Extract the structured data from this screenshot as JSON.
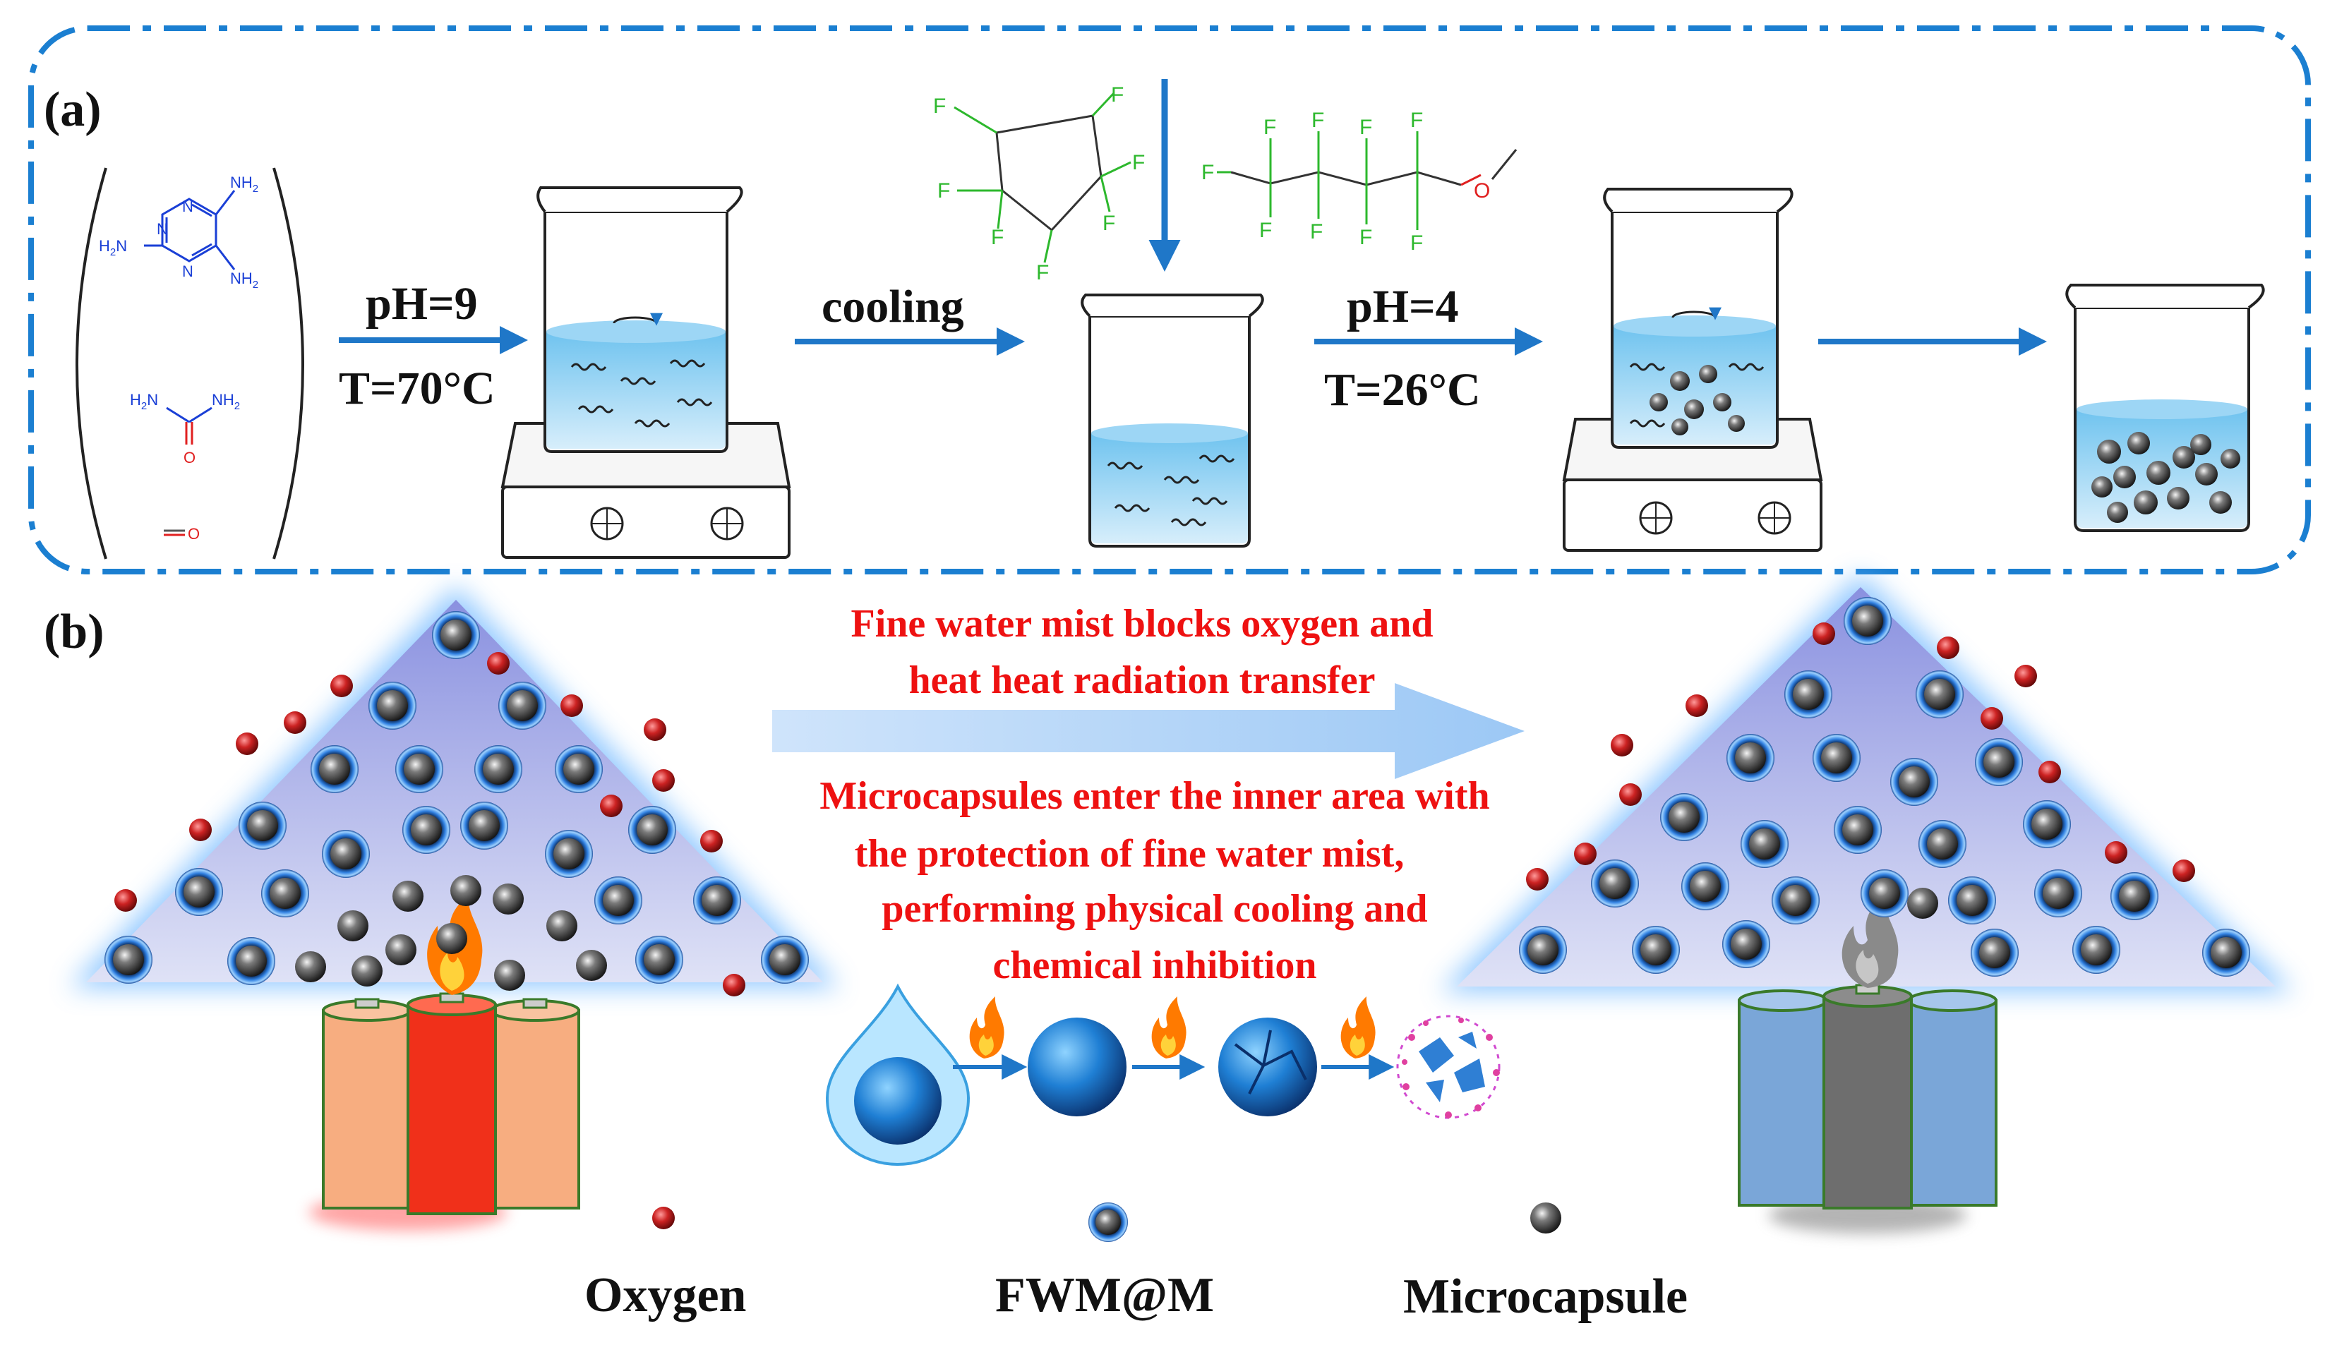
{
  "panel_a": {
    "label": "(a)",
    "step1": {
      "line1": "pH=9",
      "line2": "T=70°C"
    },
    "step2": {
      "line1": "cooling"
    },
    "step3": {
      "line1": "pH=4",
      "line2": "T=26°C"
    },
    "molecules": {
      "melamine": {
        "nh2": "NH",
        "sub": "2",
        "h2n": "H",
        "h2n_sub": "2",
        "n_atom": "N"
      },
      "urea": {
        "h2n": "H",
        "h2n_sub": "2",
        "nh2": "NH",
        "nh2_sub": "2",
        "o": "O"
      },
      "formaldehyde": {
        "o": "O"
      },
      "fluoro": {
        "f": "F",
        "o": "O"
      }
    }
  },
  "panel_b": {
    "label": "(b)",
    "caption_top": [
      "Fine water mist blocks oxygen and",
      "heat heat radiation transfer"
    ],
    "caption_bottom": [
      "Microcapsules enter the inner area with",
      "the protection of fine water mist,",
      "performing physical cooling and",
      "chemical inhibition"
    ]
  },
  "legend": {
    "oxygen": "Oxygen",
    "fwm": "FWM@M",
    "microcapsule": "Microcapsule"
  },
  "colors": {
    "arrow_blue": "#1f77c8",
    "dash_border": "#1b7fd1",
    "caption_red": "#ee1111",
    "oxygen_red": "#c81e1e",
    "fluorine_green": "#2db82d",
    "nitrogen_blue": "#1a3fd6",
    "oxygen_atom_red": "#e02020",
    "water_blue": "#8fd0f5",
    "mist_blue": "#b8d8f7",
    "flame_orange": "#ff7a00"
  },
  "icons": [
    "beaker-icon",
    "hot-plate-icon",
    "flame-icon",
    "battery-icon",
    "water-drop-icon",
    "right-arrow-icon",
    "smoke-icon"
  ]
}
